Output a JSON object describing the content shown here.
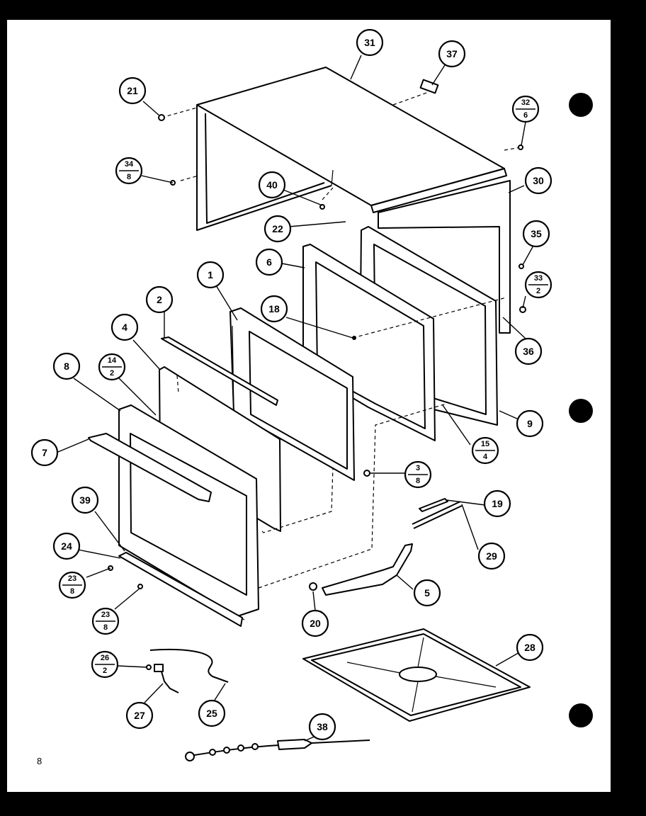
{
  "diagram": {
    "page_number": "8",
    "callouts": [
      {
        "id": "c31",
        "label": "31"
      },
      {
        "id": "c37",
        "label": "37"
      },
      {
        "id": "c21",
        "label": "21"
      },
      {
        "id": "c32",
        "num": "32",
        "den": "6"
      },
      {
        "id": "c34",
        "num": "34",
        "den": "8"
      },
      {
        "id": "c40",
        "label": "40"
      },
      {
        "id": "c30",
        "label": "30"
      },
      {
        "id": "c22",
        "label": "22"
      },
      {
        "id": "c35",
        "label": "35"
      },
      {
        "id": "c6",
        "label": "6"
      },
      {
        "id": "c33",
        "num": "33",
        "den": "2"
      },
      {
        "id": "c1",
        "label": "1"
      },
      {
        "id": "c18",
        "label": "18"
      },
      {
        "id": "c2",
        "label": "2"
      },
      {
        "id": "c36",
        "label": "36"
      },
      {
        "id": "c4",
        "label": "4"
      },
      {
        "id": "c8",
        "label": "8"
      },
      {
        "id": "c14",
        "num": "14",
        "den": "2"
      },
      {
        "id": "c9",
        "label": "9"
      },
      {
        "id": "c7",
        "label": "7"
      },
      {
        "id": "c15",
        "num": "15",
        "den": "4"
      },
      {
        "id": "c3",
        "num": "3",
        "den": "8"
      },
      {
        "id": "c19",
        "label": "19"
      },
      {
        "id": "c39",
        "label": "39"
      },
      {
        "id": "c24",
        "label": "24"
      },
      {
        "id": "c29",
        "label": "29"
      },
      {
        "id": "c23a",
        "num": "23",
        "den": "8"
      },
      {
        "id": "c5",
        "label": "5"
      },
      {
        "id": "c23b",
        "num": "23",
        "den": "8"
      },
      {
        "id": "c20",
        "label": "20"
      },
      {
        "id": "c28",
        "label": "28"
      },
      {
        "id": "c26",
        "num": "26",
        "den": "2"
      },
      {
        "id": "c27",
        "label": "27"
      },
      {
        "id": "c25",
        "label": "25"
      },
      {
        "id": "c38",
        "label": "38"
      }
    ]
  }
}
